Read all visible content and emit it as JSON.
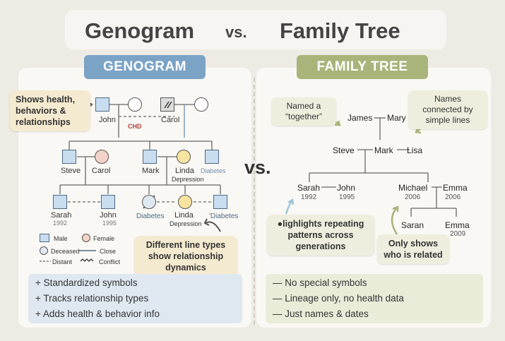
{
  "title": {
    "left": "Genogram",
    "vs": "vs.",
    "right": "Family Tree"
  },
  "mid_vs": "vs.",
  "colors": {
    "genogram_pill": "#7ba3c6",
    "family_tree_pill": "#a8b47a",
    "male_fill": "#c9ddf0",
    "female_fill": "#f3d3c9",
    "depression_fill": "#f6e4a0",
    "note_fill": "#f4ead0",
    "feature_left": "#dfe8f1",
    "feature_right": "#e9ecd8"
  },
  "genogram": {
    "pill": "GENOGRAM",
    "note_health": "Shows health, behaviors & relationships",
    "chd": "CHD",
    "gen1": {
      "john": "John",
      "carol": "Carol"
    },
    "gen2": {
      "steve": "Steve",
      "carol": "Carol",
      "mark": "Mark",
      "linda": "Linda",
      "linda_sub": "Depression",
      "diabetes": "Diabetes"
    },
    "gen3": {
      "sarah": "Sarah",
      "sarah_year": "1992",
      "john": "John",
      "john_year": "1995",
      "diabetes": "Diabetes",
      "linda": "Linda",
      "linda_sub": "Depression",
      "diabetes2": "'Diabetes"
    },
    "legend": {
      "male": "Male",
      "female": "Female",
      "deceased": "Deceased",
      "close": "Close",
      "distant": "Distant",
      "conflict": "Conflict"
    },
    "note_lines": "Different line types show relationship dynamics",
    "features": [
      "+ Standardized symbols",
      "+ Tracks relationship types",
      "+ Adds health & behavior info"
    ]
  },
  "family_tree": {
    "pill": "FAMILY TREE",
    "note_together": "Named a “together”",
    "note_names": "Names connected by simple lines",
    "gen1": {
      "james": "James",
      "mary": "Mary"
    },
    "gen2": {
      "steve": "Steve",
      "mark": "Mark",
      "lisa": "Lisa"
    },
    "gen3": {
      "sarah": "Sarah",
      "sarah_year": "1992",
      "john": "John",
      "john_year": "1995",
      "michael": "Michael",
      "michael_year": "2006",
      "emma": "Emma",
      "emma_year": "2006"
    },
    "gen4": {
      "saran": "Saran",
      "emma": "Emma",
      "emma_year": "2009"
    },
    "note_patterns": "●lighlights repeating patterns across generations",
    "note_related": "Only shows who is related",
    "features": [
      "— No special symbols",
      "— Lineage only, no health data",
      "— Just names & dates"
    ]
  }
}
